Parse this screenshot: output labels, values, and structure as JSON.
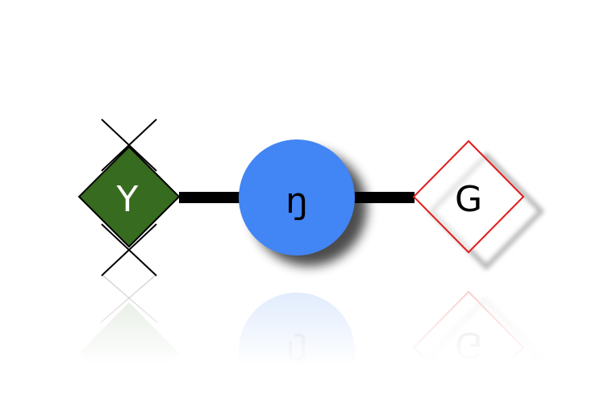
{
  "nodes": {
    "left": {
      "label": "Y",
      "fill": "#376b1f",
      "stroke": "#000000",
      "text_color": "#ffffff"
    },
    "center": {
      "label": "ŋ",
      "fill": "#4285f4",
      "text_color": "#000000"
    },
    "right": {
      "label": "G",
      "fill": "#ffffff",
      "stroke": "#e31b1b",
      "text_color": "#000000"
    }
  },
  "edge_color": "#000000",
  "background": "#ffffff"
}
